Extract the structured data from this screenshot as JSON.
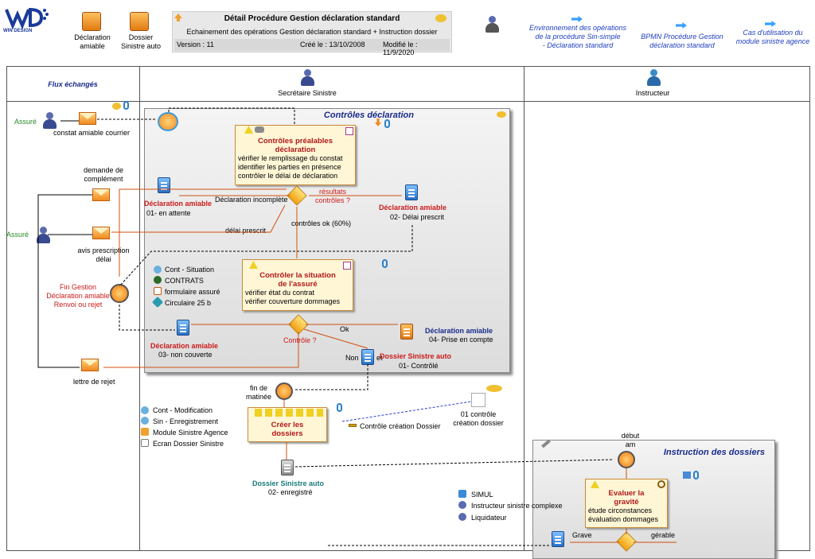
{
  "header": {
    "logo_text": "WIN DESIGN",
    "icon1_label": "Déclaration\namiable",
    "icon2_label": "Dossier\nSinistre auto",
    "title": "Détail Procédure Gestion déclaration standard",
    "subtitle": "Echainement des opérations Gestion déclaration standard + Instruction dossier",
    "version": "Version : 11",
    "created": "Créé le : 13/10/2008",
    "modified": "Modifié le : 11/9/2020",
    "links": [
      "Environnement des opérations\nde la procédure Sin-simple\n- Déclaration standard",
      "BPMN Procédure Gestion\ndéclaration standard",
      "Cas d'utilisation du\nmodule sinistre agence"
    ]
  },
  "lanes": {
    "flux": "Flux échangés",
    "secretaire": "Secrétaire Sinistre",
    "instructeur": "Instructeur"
  },
  "process1": {
    "title": "Contrôles déclaration",
    "task1": {
      "title": "Contrôles préalables\ndéclaration",
      "lines": [
        "vérifier le remplissage du constat",
        "identifier les parties en présence",
        "contrôler le délai de déclaration"
      ]
    },
    "task2": {
      "title": "Contrôler la situation\nde l'assuré",
      "lines": [
        "vérifier état du contrat",
        "vérifier couverture dommages"
      ]
    },
    "resources": [
      "Cont - Situation",
      "CONTRATS",
      "formulaire assuré",
      "Circulaire 25 b"
    ],
    "labels": {
      "incomplete": "Déclaration incomplète",
      "results": "résultats\ncontrôles ?",
      "ok60": "contrôles ok (60%)",
      "controle": "Contrôle ?",
      "ok": "Ok",
      "non": "Non",
      "et": "et"
    },
    "states": {
      "s01_title": "Déclaration amiable",
      "s01": "01- en attente",
      "s02_title": "Déclaration amiable",
      "s02": "02- Délai prescrit",
      "s03_title": "Déclaration amiable",
      "s03": "03- non couverte",
      "s04_title": "Déclaration amiable",
      "s04": "04- Prise en compte",
      "d01_title": "Dossier Sinistre auto",
      "d01": "01- Contrôlé"
    }
  },
  "flux": {
    "assure1": "Assuré",
    "assure2": "Assuré",
    "constat": "constat amiable courrier",
    "demande": "demande de\ncomplément",
    "avis": "avis prescription\ndélai",
    "delai": "délai prescrit",
    "fin": "Fin Gestion\nDéclaration amiable\nRenvoi ou rejet",
    "rejet": "lettre de rejet"
  },
  "creer": {
    "fin_matinee": "fin de\nmatinée",
    "title": "Créer les\ndossiers",
    "resources": [
      "Cont - Modification",
      "Sin - Enregistrement",
      "Module Sinistre Agence",
      "Ecran Dossier Sinistre"
    ],
    "controle": "Contrôle création Dossier",
    "controle01": "01 contrôle\ncréation dossier",
    "d02_title": "Dossier Sinistre auto",
    "d02": "02- enregistré"
  },
  "instruction": {
    "debut": "début\nam",
    "title": "Instruction des dossiers",
    "task": {
      "title": "Evaluer la\ngravité",
      "lines": [
        "étude circonstances",
        "évaluation dommages"
      ]
    },
    "resources": [
      "SIMUL",
      "Instructeur sinistre complexe",
      "Liquidateur"
    ],
    "grave": "Grave",
    "gerable": "gérable"
  }
}
